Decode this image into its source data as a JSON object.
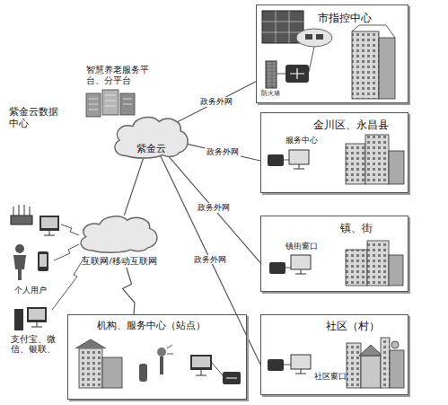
{
  "diagram": {
    "nodes": [
      {
        "text": [
          "紫金云"
        ]
      },
      {
        "text": [
          "市指控中心"
        ]
      },
      {
        "text": [
          "金川区、永昌县"
        ]
      },
      {
        "text": [
          "镇、街"
        ]
      },
      {
        "text": [
          "社区（村）"
        ]
      },
      {
        "text": [
          "互联网/移动互联网"
        ]
      },
      {
        "text": [
          "机构、服务中心（站点）"
        ]
      }
    ],
    "edges": [
      {
        "from": 0,
        "to": 1,
        "label": "政务外网",
        "arrow": "none"
      },
      {
        "from": 0,
        "to": 2,
        "label": "政务外网",
        "arrow": "none"
      },
      {
        "from": 0,
        "to": 3,
        "label": "政务外网",
        "arrow": "none"
      },
      {
        "from": 0,
        "to": 4,
        "label": "政务外网",
        "arrow": "none"
      },
      {
        "from": 0,
        "to": 5,
        "arrow": "none"
      },
      {
        "from": 5,
        "to": 6,
        "arrow": "none"
      }
    ],
    "labels": [
      "紫金云数据中心",
      "智慧养老服务平台、分平台",
      "防火墙",
      "服务中心",
      "镇街窗口",
      "社区窗口",
      "个人用户",
      "支付宝、微信、银联、"
    ]
  }
}
